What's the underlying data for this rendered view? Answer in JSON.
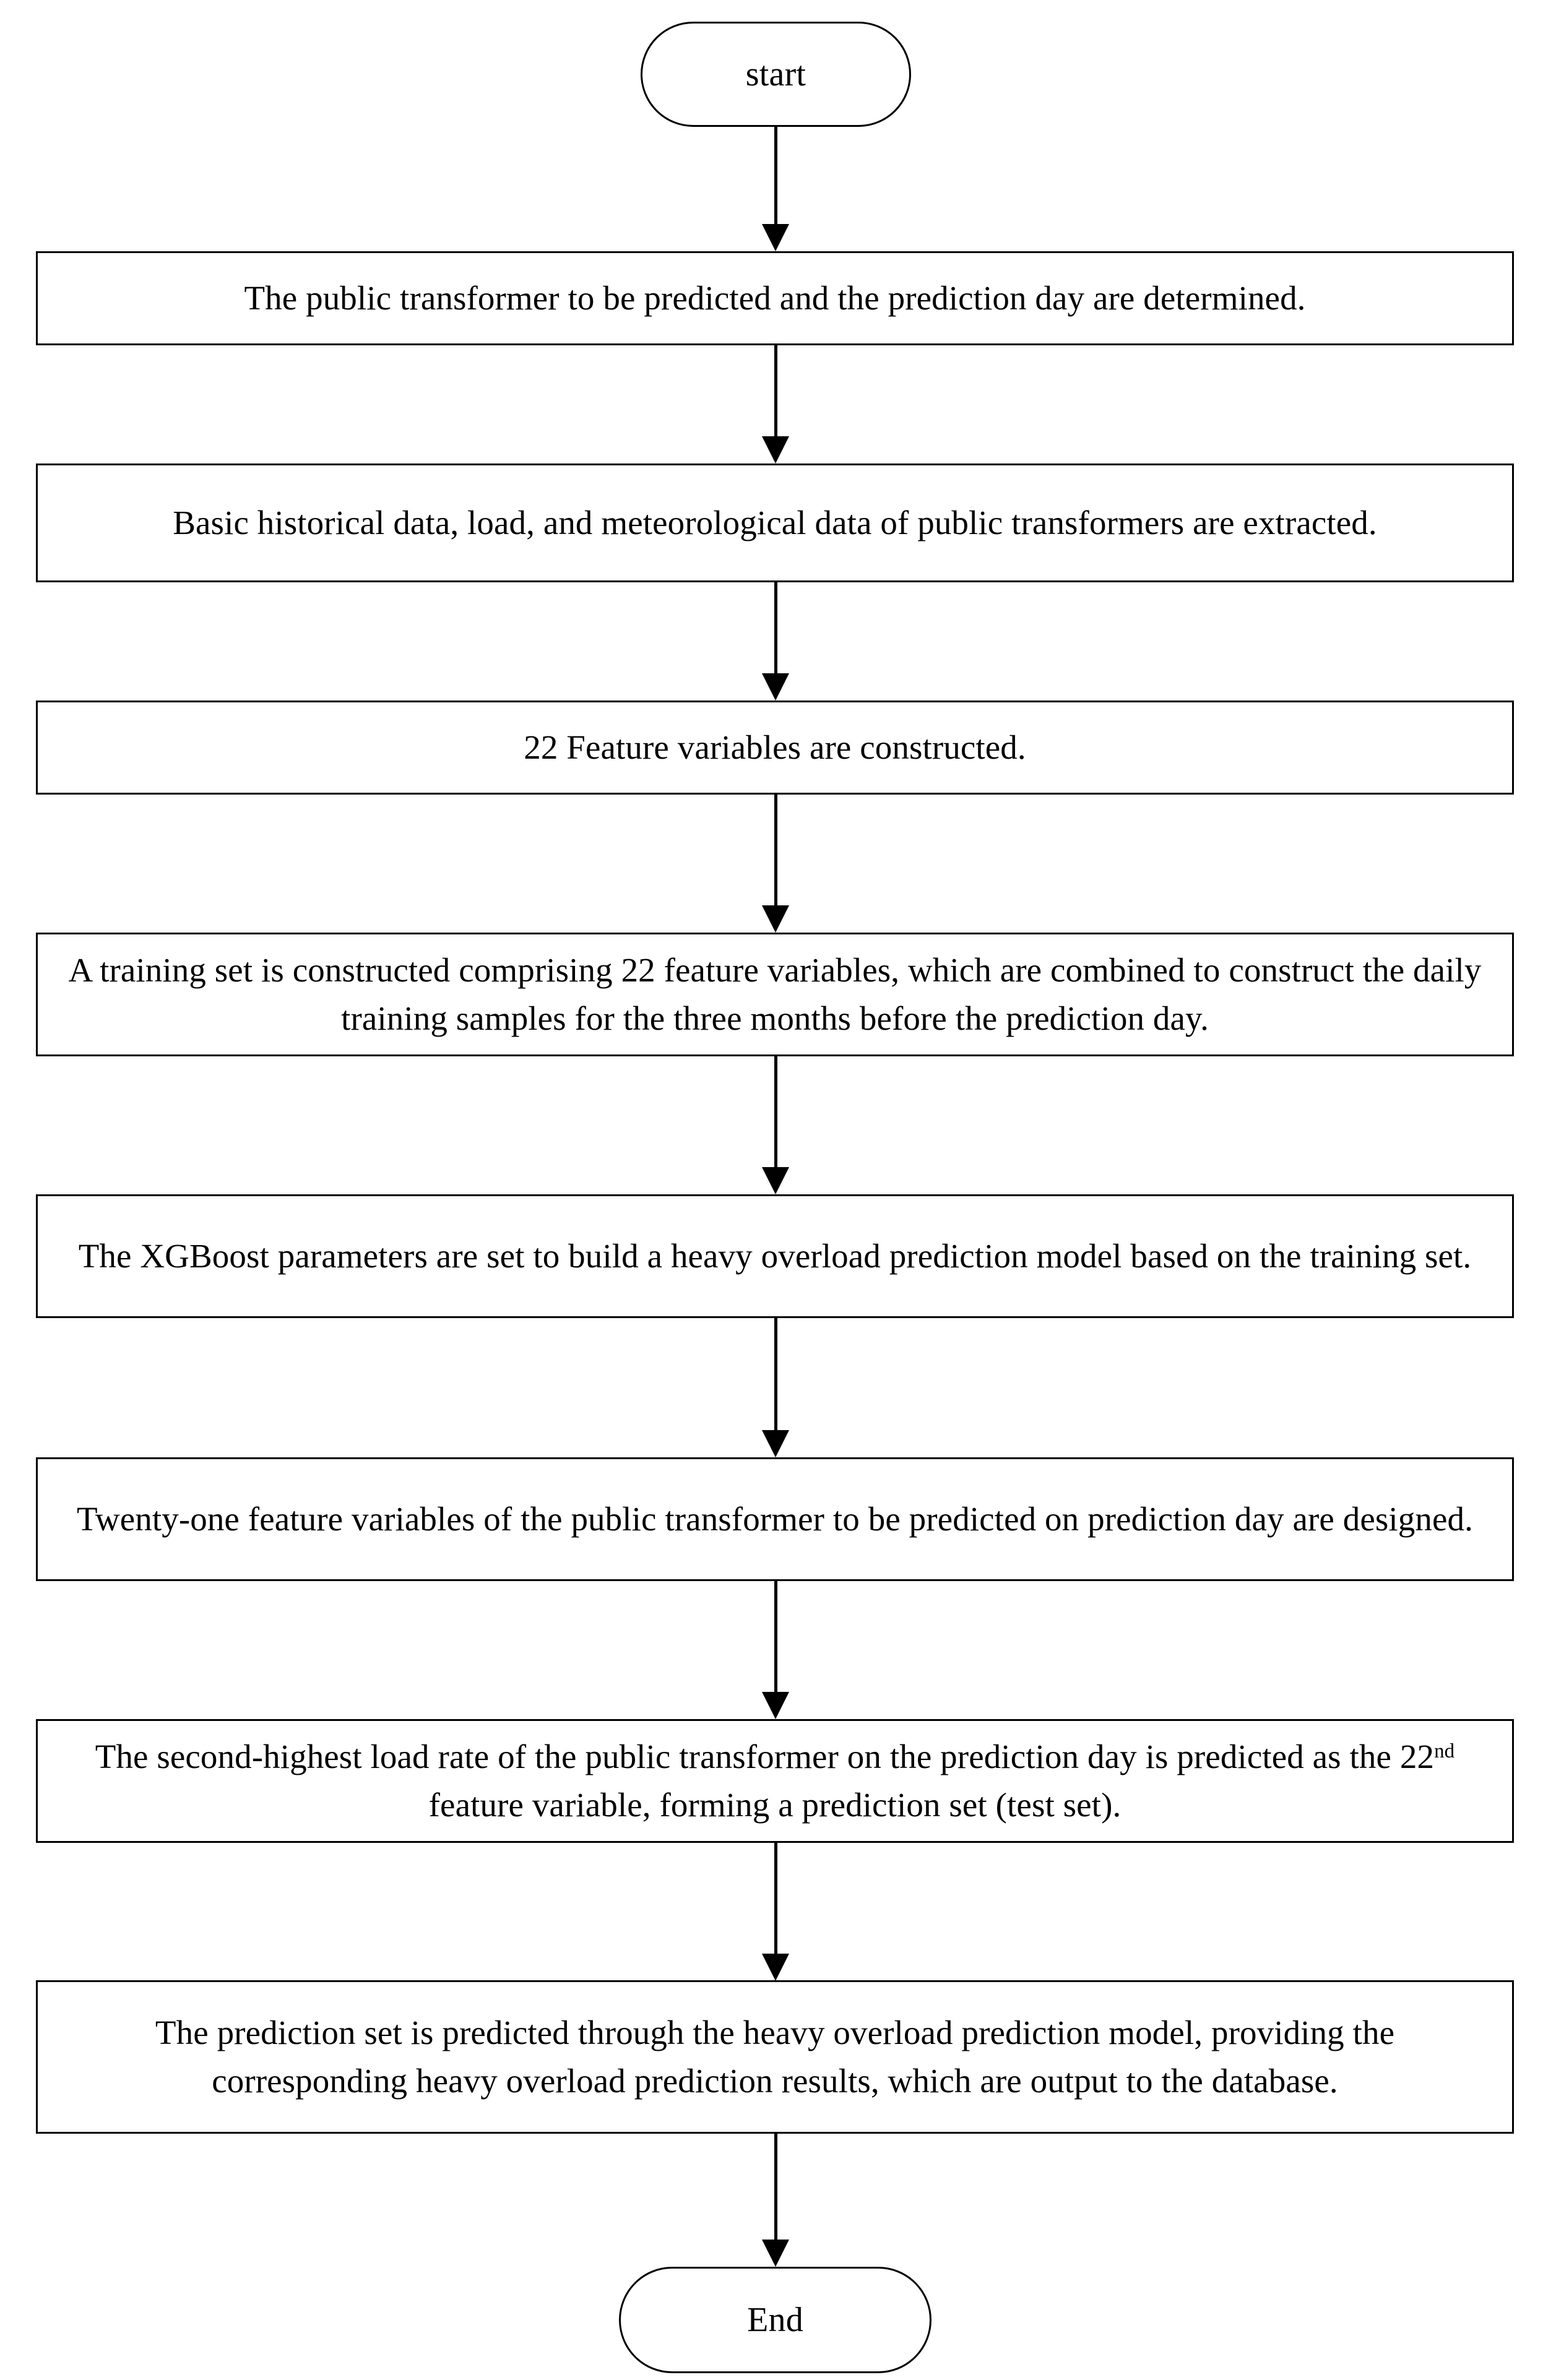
{
  "diagram": {
    "title": "Heavy overload prediction flowchart",
    "orientation": "top-to-bottom",
    "background_color": "#ffffff",
    "line_color": "#000000",
    "text_color": "#000000"
  },
  "nodes": {
    "start": {
      "label": "start",
      "shape": "stadium"
    },
    "step1": {
      "label": "The public transformer to be predicted and the prediction day are determined.",
      "shape": "rectangle"
    },
    "step2": {
      "label": "Basic historical data, load, and meteorological data of public transformers are extracted.",
      "shape": "rectangle"
    },
    "step3": {
      "label": "22 Feature variables are constructed.",
      "shape": "rectangle"
    },
    "step4": {
      "label": "A training set is constructed comprising 22 feature variables, which are combined to construct the daily training samples for the three months before the prediction day.",
      "shape": "rectangle"
    },
    "step5": {
      "label": "The XGBoost parameters are set to build a heavy overload prediction model based on the training set.",
      "shape": "rectangle"
    },
    "step6": {
      "label": "Twenty-one feature variables of the public transformer to be predicted on prediction day are designed.",
      "shape": "rectangle"
    },
    "step7": {
      "prefix": "The second-highest load rate of the public transformer on the prediction day is predicted as the 22",
      "ordinal": "nd",
      "suffix": " feature variable, forming a prediction set (test set).",
      "shape": "rectangle"
    },
    "step8": {
      "label": "The prediction set is predicted through the heavy overload prediction model, providing the corresponding heavy overload prediction results, which are output to the database.",
      "shape": "rectangle"
    },
    "end": {
      "label": "End",
      "shape": "stadium"
    }
  },
  "connectors": [
    {
      "from": "start",
      "to": "step1",
      "style": "solid-arrow"
    },
    {
      "from": "step1",
      "to": "step2",
      "style": "solid-arrow"
    },
    {
      "from": "step2",
      "to": "step3",
      "style": "solid-arrow"
    },
    {
      "from": "step3",
      "to": "step4",
      "style": "solid-arrow"
    },
    {
      "from": "step4",
      "to": "step5",
      "style": "solid-arrow"
    },
    {
      "from": "step5",
      "to": "step6",
      "style": "solid-arrow"
    },
    {
      "from": "step6",
      "to": "step7",
      "style": "solid-arrow"
    },
    {
      "from": "step7",
      "to": "step8",
      "style": "solid-arrow"
    },
    {
      "from": "step8",
      "to": "end",
      "style": "solid-arrow"
    }
  ]
}
